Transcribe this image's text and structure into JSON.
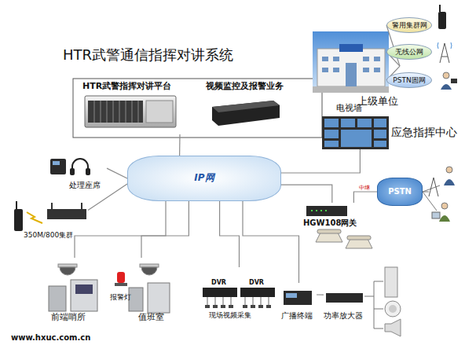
{
  "diagram": {
    "title": "HTR武警通信指挥对讲系统",
    "nodes": [
      {
        "text": [
          "HTR武警指挥对讲平台"
        ]
      },
      {
        "text": [
          "视频监控及报警业务"
        ]
      },
      {
        "text": [
          "上级单位"
        ]
      },
      {
        "text": [
          "警用集群网"
        ]
      },
      {
        "text": [
          "无线公网"
        ]
      },
      {
        "text": [
          "PSTN固网"
        ]
      },
      {
        "text": [
          "电视墙",
          "应急指挥中心"
        ]
      },
      {
        "text": [
          "IP网"
        ]
      },
      {
        "text": [
          "处理座席"
        ]
      },
      {
        "text": [
          "350M/800集群"
        ]
      },
      {
        "text": [
          "PSTN"
        ]
      },
      {
        "text": [
          "HGW108网关"
        ]
      },
      {
        "text": [
          "前端哨所"
        ]
      },
      {
        "text": [
          "值班室"
        ]
      },
      {
        "text": [
          "现场视频采集"
        ]
      },
      {
        "text": [
          "广播终端"
        ]
      },
      {
        "text": [
          "功率放大器"
        ]
      }
    ],
    "edges": [
      {
        "from": 0,
        "to": 7,
        "arrow": "none"
      },
      {
        "from": 2,
        "to": 3,
        "arrow": "none"
      },
      {
        "from": 2,
        "to": 4,
        "arrow": "none"
      },
      {
        "from": 2,
        "to": 5,
        "arrow": "none"
      },
      {
        "from": 7,
        "to": 6,
        "arrow": "none"
      },
      {
        "from": 8,
        "to": 7,
        "arrow": "none"
      },
      {
        "from": 9,
        "to": 7,
        "arrow": "none"
      },
      {
        "from": 7,
        "to": 11,
        "arrow": "none"
      },
      {
        "from": 11,
        "to": 10,
        "label": "中继",
        "arrow": "none"
      },
      {
        "from": 7,
        "to": 12,
        "arrow": "none"
      },
      {
        "from": 7,
        "to": 13,
        "arrow": "none"
      },
      {
        "from": 7,
        "to": 14,
        "arrow": "none"
      },
      {
        "from": 7,
        "to": 15,
        "arrow": "none"
      },
      {
        "from": 15,
        "to": 16,
        "arrow": "none"
      }
    ],
    "labels": [
      "报警灯",
      "DVR",
      "DVR",
      "www.hxuc.com.cn"
    ]
  }
}
